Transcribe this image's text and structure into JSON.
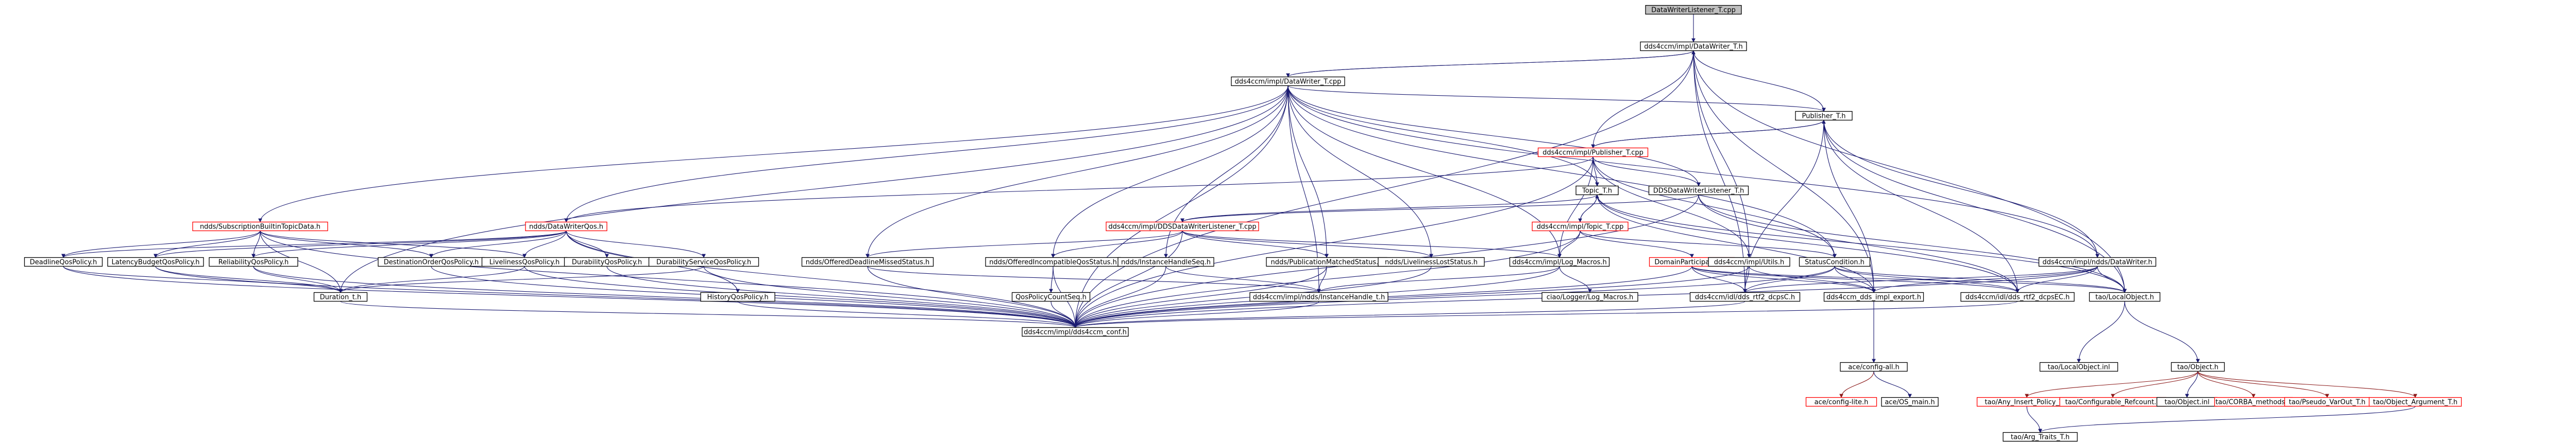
{
  "colors": {
    "blue_edge": "#191970",
    "red_edge": "#8b1a1a",
    "black_border": "#000000",
    "red_border": "#ff0000",
    "root_fill": "#bfbfbf",
    "node_fill": "#ffffff",
    "text": "#000000"
  },
  "nodes": [
    {
      "id": "root",
      "label": "DataWriterListener_T.cpp",
      "kind": "root"
    },
    {
      "id": "dw_t_h",
      "label": "dds4ccm/impl/DataWriter_T.h",
      "kind": "normal"
    },
    {
      "id": "dw_t_cpp",
      "label": "dds4ccm/impl/DataWriter_T.cpp",
      "kind": "normal"
    },
    {
      "id": "publisher_t_h",
      "label": "Publisher_T.h",
      "kind": "normal"
    },
    {
      "id": "publisher_t_cpp",
      "label": "dds4ccm/impl/Publisher_T.cpp",
      "kind": "red"
    },
    {
      "id": "topic_t_h",
      "label": "Topic_T.h",
      "kind": "normal"
    },
    {
      "id": "dds_dwl_t_h",
      "label": "DDSDataWriterListener_T.h",
      "kind": "normal"
    },
    {
      "id": "sub_builtin",
      "label": "ndds/SubscriptionBuiltinTopicData.h",
      "kind": "red"
    },
    {
      "id": "ndds_dwqos",
      "label": "ndds/DataWriterQos.h",
      "kind": "red"
    },
    {
      "id": "dds_dwl_t_cpp",
      "label": "dds4ccm/impl/DDSDataWriterListener_T.cpp",
      "kind": "red"
    },
    {
      "id": "topic_t_cpp",
      "label": "dds4ccm/impl/Topic_T.cpp",
      "kind": "red"
    },
    {
      "id": "deadline",
      "label": "DeadlineQosPolicy.h",
      "kind": "normal"
    },
    {
      "id": "latency",
      "label": "LatencyBudgetQosPolicy.h",
      "kind": "normal"
    },
    {
      "id": "reliability",
      "label": "ReliabilityQosPolicy.h",
      "kind": "normal"
    },
    {
      "id": "dest_order",
      "label": "DestinationOrderQosPolicy.h",
      "kind": "normal"
    },
    {
      "id": "liveliness",
      "label": "LivelinessQosPolicy.h",
      "kind": "normal"
    },
    {
      "id": "durability",
      "label": "DurabilityQosPolicy.h",
      "kind": "normal"
    },
    {
      "id": "durability_svc",
      "label": "DurabilityServiceQosPolicy.h",
      "kind": "normal"
    },
    {
      "id": "history",
      "label": "HistoryQosPolicy.h",
      "kind": "normal"
    },
    {
      "id": "duration_t",
      "label": "Duration_t.h",
      "kind": "normal"
    },
    {
      "id": "off_deadline",
      "label": "ndds/OfferedDeadlineMissedStatus.h",
      "kind": "normal"
    },
    {
      "id": "off_incompat",
      "label": "ndds/OfferedIncompatibleQosStatus.h",
      "kind": "normal"
    },
    {
      "id": "inst_handle_seq",
      "label": "ndds/InstanceHandleSeq.h",
      "kind": "normal"
    },
    {
      "id": "qos_count_seq",
      "label": "QosPolicyCountSeq.h",
      "kind": "normal"
    },
    {
      "id": "pub_matched",
      "label": "ndds/PublicationMatchedStatus.h",
      "kind": "normal"
    },
    {
      "id": "liveliness_lost",
      "label": "ndds/LivelinessLostStatus.h",
      "kind": "normal"
    },
    {
      "id": "log_macros",
      "label": "dds4ccm/impl/Log_Macros.h",
      "kind": "normal"
    },
    {
      "id": "domain_participant",
      "label": "DomainParticipant_T.h",
      "kind": "red"
    },
    {
      "id": "status_condition",
      "label": "StatusCondition.h",
      "kind": "normal"
    },
    {
      "id": "utils_h",
      "label": "dds4ccm/impl/Utils.h",
      "kind": "normal"
    },
    {
      "id": "ndds_dw_h",
      "label": "dds4ccm/impl/ndds/DataWriter.h",
      "kind": "normal"
    },
    {
      "id": "local_object",
      "label": "tao/LocalObject.h",
      "kind": "normal"
    },
    {
      "id": "ciao_logger",
      "label": "ciao/Logger/Log_Macros.h",
      "kind": "normal"
    },
    {
      "id": "inst_handle_t",
      "label": "dds4ccm/impl/ndds/InstanceHandle_t.h",
      "kind": "normal"
    },
    {
      "id": "ddsc_h",
      "label": "dds4ccm/idl/dds_rtf2_dcpsC.h",
      "kind": "normal"
    },
    {
      "id": "dds_impl_export",
      "label": "dds4ccm_dds_impl_export.h",
      "kind": "normal"
    },
    {
      "id": "ddsec_h",
      "label": "dds4ccm/idl/dds_rtf2_dcpsEC.h",
      "kind": "normal"
    },
    {
      "id": "dds4ccm_conf",
      "label": "dds4ccm/impl/dds4ccm_conf.h",
      "kind": "normal"
    },
    {
      "id": "ace_config",
      "label": "ace/config-all.h",
      "kind": "normal"
    },
    {
      "id": "ace_config_lite",
      "label": "ace/config-lite.h",
      "kind": "red"
    },
    {
      "id": "ace_os_main",
      "label": "ace/OS_main.h",
      "kind": "normal"
    },
    {
      "id": "tao_local_object_inl",
      "label": "tao/LocalObject.inl",
      "kind": "normal"
    },
    {
      "id": "tao_object_h",
      "label": "tao/Object.h",
      "kind": "normal"
    },
    {
      "id": "tao_any_insert",
      "label": "tao/Any_Insert_Policy_T.h",
      "kind": "red"
    },
    {
      "id": "tao_configurable",
      "label": "tao/Configurable_Refcount.h",
      "kind": "red"
    },
    {
      "id": "tao_object_inl",
      "label": "tao/Object.inl",
      "kind": "normal"
    },
    {
      "id": "tao_corba_methods",
      "label": "tao/CORBA_methods.h",
      "kind": "red"
    },
    {
      "id": "tao_pseudo_varout",
      "label": "tao/Pseudo_VarOut_T.h",
      "kind": "red"
    },
    {
      "id": "tao_object_arg",
      "label": "tao/Object_Argument_T.h",
      "kind": "red"
    },
    {
      "id": "tao_arg_traits",
      "label": "tao/Arg_Traits_T.h",
      "kind": "normal"
    }
  ]
}
